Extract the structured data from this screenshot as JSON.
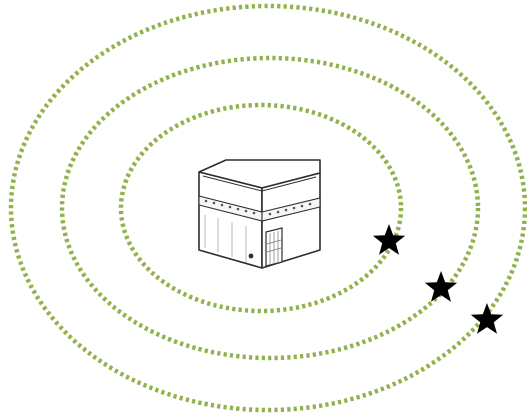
{
  "diagram": {
    "colors": {
      "orbit": "#91b24a",
      "background": "#ffffff",
      "building_stroke": "#2e2e2e",
      "star": "#000000"
    },
    "orbits": [
      {
        "name": "inner-orbit"
      },
      {
        "name": "middle-orbit"
      },
      {
        "name": "outer-orbit"
      }
    ],
    "center_icon": "kaaba-icon",
    "markers": [
      {
        "icon": "star-icon"
      },
      {
        "icon": "star-icon"
      },
      {
        "icon": "star-icon"
      }
    ]
  }
}
